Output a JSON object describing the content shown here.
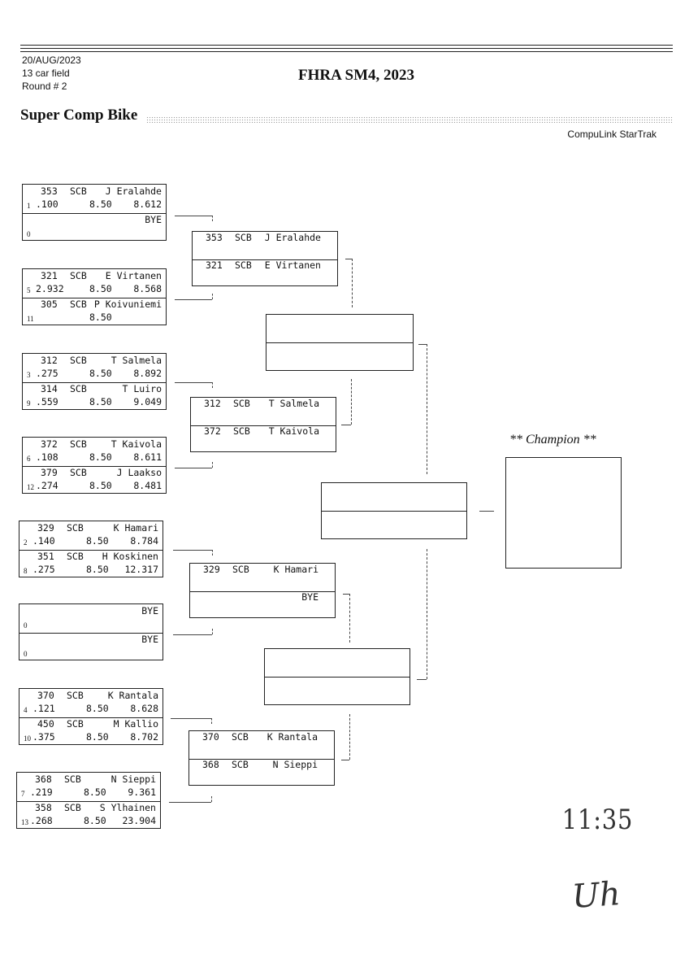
{
  "header": {
    "date": "20/AUG/2023",
    "field": "13 car field",
    "round": "Round # 2",
    "event": "FHRA SM4, 2023",
    "class_name": "Super Comp Bike",
    "software": "CompuLink StarTrak"
  },
  "round1": [
    {
      "a": {
        "num": "353",
        "cls": "SCB",
        "name": "J Eralahde",
        "seed": "1",
        "rt": ".100",
        "dial": "8.50",
        "et": "8.612"
      },
      "b": {
        "num": "",
        "cls": "",
        "name": "BYE",
        "seed": "0",
        "rt": "",
        "dial": "",
        "et": ""
      }
    },
    {
      "a": {
        "num": "321",
        "cls": "SCB",
        "name": "E Virtanen",
        "seed": "5",
        "rt": "2.932",
        "dial": "8.50",
        "et": "8.568"
      },
      "b": {
        "num": "305",
        "cls": "SCB",
        "name": "P Koivuniemi",
        "seed": "11",
        "rt": "",
        "dial": "8.50",
        "et": ""
      }
    },
    {
      "a": {
        "num": "312",
        "cls": "SCB",
        "name": "T Salmela",
        "seed": "3",
        "rt": ".275",
        "dial": "8.50",
        "et": "8.892"
      },
      "b": {
        "num": "314",
        "cls": "SCB",
        "name": "T Luiro",
        "seed": "9",
        "rt": ".559",
        "dial": "8.50",
        "et": "9.049"
      }
    },
    {
      "a": {
        "num": "372",
        "cls": "SCB",
        "name": "T Kaivola",
        "seed": "6",
        "rt": ".108",
        "dial": "8.50",
        "et": "8.611"
      },
      "b": {
        "num": "379",
        "cls": "SCB",
        "name": "J Laakso",
        "seed": "12",
        "rt": ".274",
        "dial": "8.50",
        "et": "8.481"
      }
    },
    {
      "a": {
        "num": "329",
        "cls": "SCB",
        "name": "K Hamari",
        "seed": "2",
        "rt": ".140",
        "dial": "8.50",
        "et": "8.784"
      },
      "b": {
        "num": "351",
        "cls": "SCB",
        "name": "H Koskinen",
        "seed": "8",
        "rt": ".275",
        "dial": "8.50",
        "et": "12.317"
      }
    },
    {
      "a": {
        "num": "",
        "cls": "",
        "name": "BYE",
        "seed": "0",
        "rt": "",
        "dial": "",
        "et": ""
      },
      "b": {
        "num": "",
        "cls": "",
        "name": "BYE",
        "seed": "0",
        "rt": "",
        "dial": "",
        "et": ""
      }
    },
    {
      "a": {
        "num": "370",
        "cls": "SCB",
        "name": "K Rantala",
        "seed": "4",
        "rt": ".121",
        "dial": "8.50",
        "et": "8.628"
      },
      "b": {
        "num": "450",
        "cls": "SCB",
        "name": "M Kallio",
        "seed": "10",
        "rt": ".375",
        "dial": "8.50",
        "et": "8.702"
      }
    },
    {
      "a": {
        "num": "368",
        "cls": "SCB",
        "name": "N Sieppi",
        "seed": "7",
        "rt": ".219",
        "dial": "8.50",
        "et": "9.361"
      },
      "b": {
        "num": "358",
        "cls": "SCB",
        "name": "S Ylhainen",
        "seed": "13",
        "rt": ".268",
        "dial": "8.50",
        "et": "23.904"
      }
    }
  ],
  "round2": [
    {
      "a": {
        "num": "353",
        "cls": "SCB",
        "name": "J Eralahde"
      },
      "b": {
        "num": "321",
        "cls": "SCB",
        "name": "E Virtanen"
      }
    },
    {
      "a": {
        "num": "312",
        "cls": "SCB",
        "name": "T Salmela"
      },
      "b": {
        "num": "372",
        "cls": "SCB",
        "name": "T Kaivola"
      }
    },
    {
      "a": {
        "num": "329",
        "cls": "SCB",
        "name": "K Hamari"
      },
      "b": {
        "num": "",
        "cls": "",
        "name": "BYE"
      }
    },
    {
      "a": {
        "num": "370",
        "cls": "SCB",
        "name": "K Rantala"
      },
      "b": {
        "num": "368",
        "cls": "SCB",
        "name": "N Sieppi"
      }
    }
  ],
  "champion_label": "** Champion **",
  "handwriting": {
    "time": "11:35",
    "initials": "Uh"
  }
}
